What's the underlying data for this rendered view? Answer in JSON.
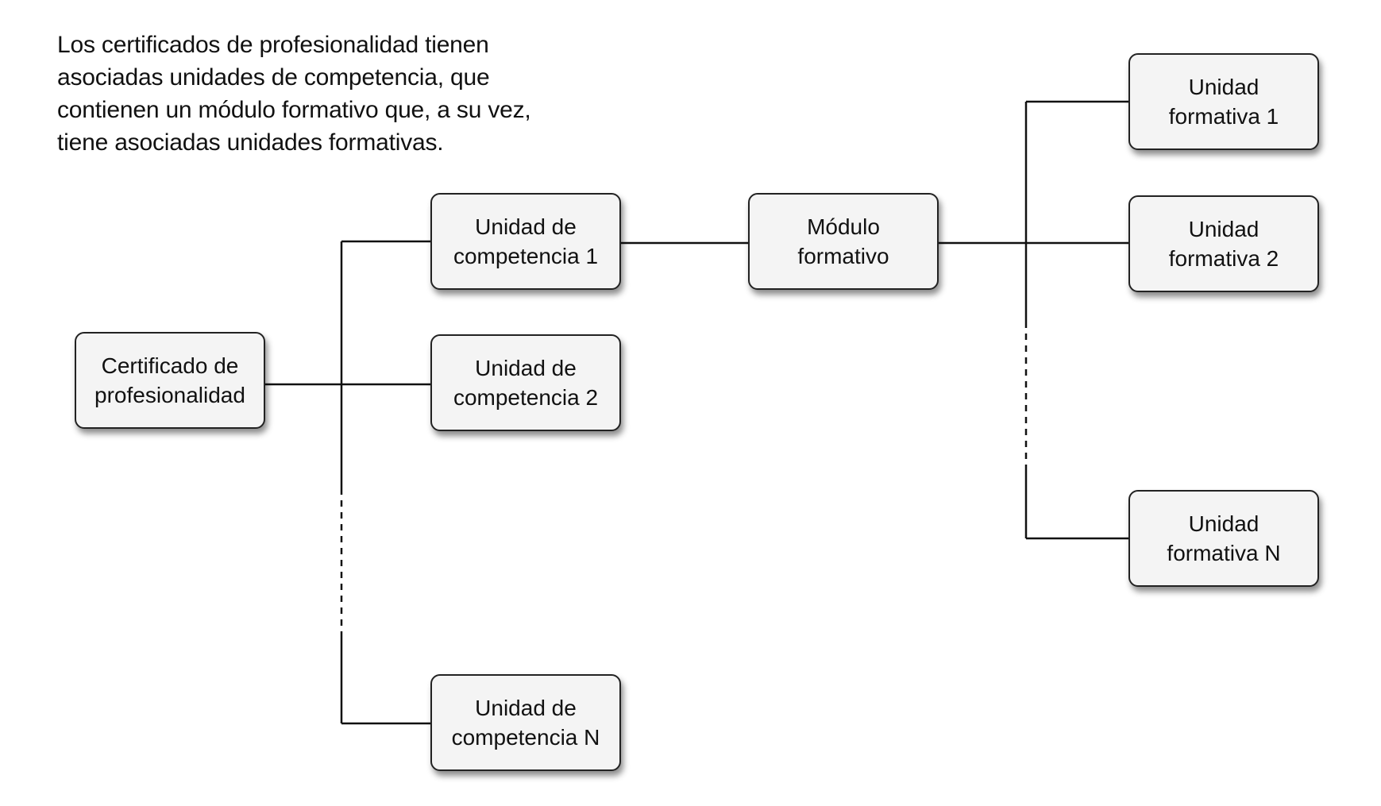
{
  "intro": {
    "line1": "Los certificados de profesionalidad tienen",
    "line2": "asociadas unidades de competencia, que",
    "line3": "contienen un módulo formativo que, a su vez,",
    "line4": "tiene asociadas unidades formativas."
  },
  "nodes": {
    "certificado": {
      "line1": "Certificado de",
      "line2": "profesionalidad"
    },
    "uc1": {
      "line1": "Unidad de",
      "line2": "competencia 1"
    },
    "uc2": {
      "line1": "Unidad de",
      "line2": "competencia 2"
    },
    "ucN": {
      "line1": "Unidad de",
      "line2": "competencia N"
    },
    "modulo": {
      "line1": "Módulo",
      "line2": "formativo"
    },
    "uf1": {
      "line1": "Unidad",
      "line2": "formativa 1"
    },
    "uf2": {
      "line1": "Unidad",
      "line2": "formativa 2"
    },
    "ufN": {
      "line1": "Unidad",
      "line2": "formativa N"
    }
  },
  "colors": {
    "node_fill": "#f4f4f4",
    "node_border": "#222222",
    "line": "#111111"
  }
}
